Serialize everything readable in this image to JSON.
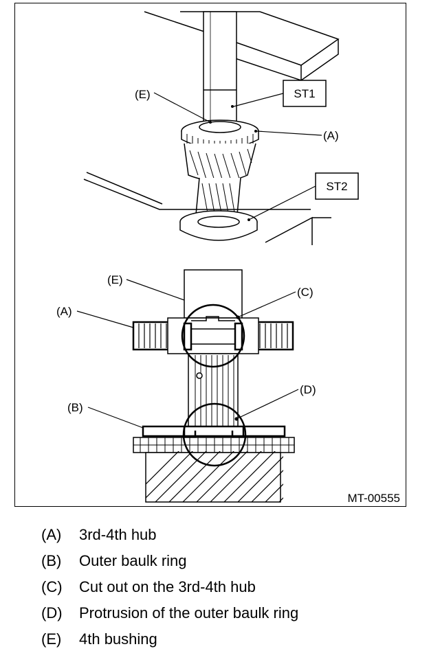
{
  "figure": {
    "id_code": "MT-00555",
    "labels": {
      "st1": "ST1",
      "st2": "ST2",
      "top_e": "(E)",
      "top_a": "(A)",
      "bot_e": "(E)",
      "bot_c": "(C)",
      "bot_a": "(A)",
      "bot_b": "(B)",
      "bot_d": "(D)"
    }
  },
  "legend": [
    {
      "key": "(A)",
      "text": "3rd-4th hub"
    },
    {
      "key": "(B)",
      "text": "Outer baulk ring"
    },
    {
      "key": "(C)",
      "text": "Cut out on the 3rd-4th hub"
    },
    {
      "key": "(D)",
      "text": "Protrusion of the outer baulk ring"
    },
    {
      "key": "(E)",
      "text": "4th bushing"
    }
  ]
}
